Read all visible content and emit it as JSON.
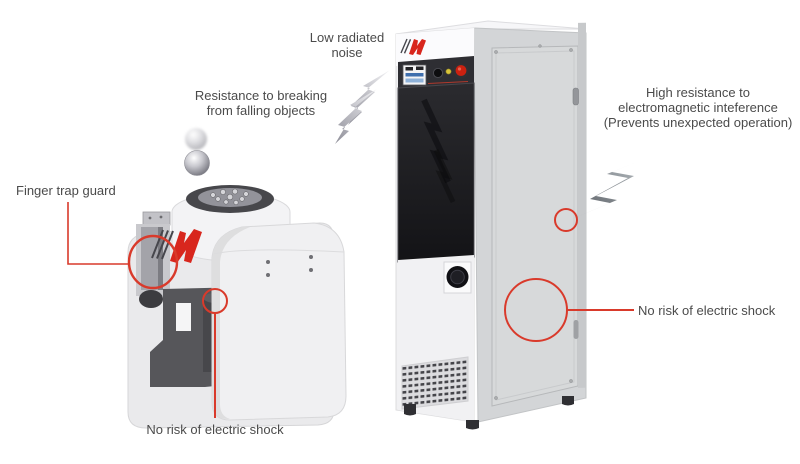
{
  "title": "Vibration test system safety and performance features diagram",
  "colors": {
    "accent_red": "#d93a2b",
    "logo_red": "#d8261d",
    "label_text": "#4b4b4b",
    "background": "#ffffff",
    "estop_red": "#cc2110",
    "cabinet_mesh_dark": "#1e1e22",
    "machine_body": "#efeff1"
  },
  "callouts": {
    "low_radiated_noise": {
      "lines": [
        "Low radiated",
        "noise"
      ]
    },
    "falling_objects": {
      "lines": [
        "Resistance to breaking",
        "from falling objects"
      ]
    },
    "emi_resistance": {
      "lines": [
        "High resistance to",
        "electromagnetic inteference",
        "(Prevents unexpected operation)"
      ]
    },
    "finger_trap_guard": {
      "text": "Finger trap guard"
    },
    "no_shock_shaker": {
      "text": "No risk of electric shock"
    },
    "no_shock_cabinet": {
      "text": "No risk of electric shock"
    }
  },
  "icons": {
    "lightning_bolt_noise": "silver-zigzag-bolt",
    "lightning_bolt_emi": "dark-zigzag-bolt",
    "highlight_circle": "red-outline-circle",
    "falling_balls": "metallic-spheres",
    "imv_logo": "red-slanted-strokes-logo",
    "emergency_stop_button": "red-round-button"
  }
}
